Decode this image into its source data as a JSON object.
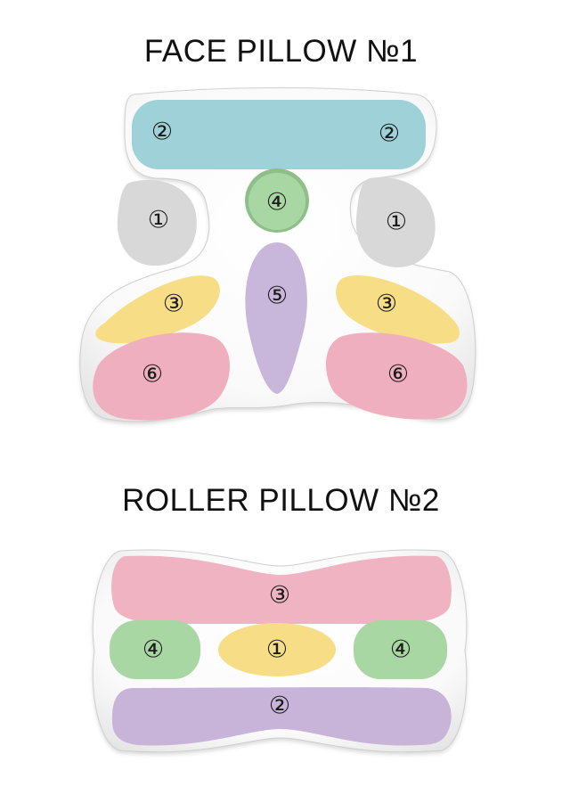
{
  "face_pillow": {
    "title": "FACE PILLOW №1",
    "zones": [
      {
        "key": "top_left",
        "label": "②",
        "color": "#9fd2d8"
      },
      {
        "key": "top_right",
        "label": "②",
        "color": "#9fd2d8"
      },
      {
        "key": "center_top",
        "label": "④",
        "color": "#a9d7a3"
      },
      {
        "key": "left_ear",
        "label": "①",
        "color": "#d8d8d8"
      },
      {
        "key": "right_ear",
        "label": "①",
        "color": "#d8d8d8"
      },
      {
        "key": "center",
        "label": "⑤",
        "color": "#c8b7da"
      },
      {
        "key": "left_yellow",
        "label": "③",
        "color": "#f6dd86"
      },
      {
        "key": "right_yellow",
        "label": "③",
        "color": "#f6dd86"
      },
      {
        "key": "left_pink",
        "label": "⑥",
        "color": "#f0afbf"
      },
      {
        "key": "right_pink",
        "label": "⑥",
        "color": "#f0afbf"
      }
    ]
  },
  "roller_pillow": {
    "title": "ROLLER PILLOW №2",
    "zones": [
      {
        "key": "top",
        "label": "③",
        "color": "#f0b3c1"
      },
      {
        "key": "left",
        "label": "④",
        "color": "#a9d7a3"
      },
      {
        "key": "middle",
        "label": "①",
        "color": "#f6dd86"
      },
      {
        "key": "right",
        "label": "④",
        "color": "#a9d7a3"
      },
      {
        "key": "bottom",
        "label": "②",
        "color": "#c8b3d9"
      }
    ]
  }
}
